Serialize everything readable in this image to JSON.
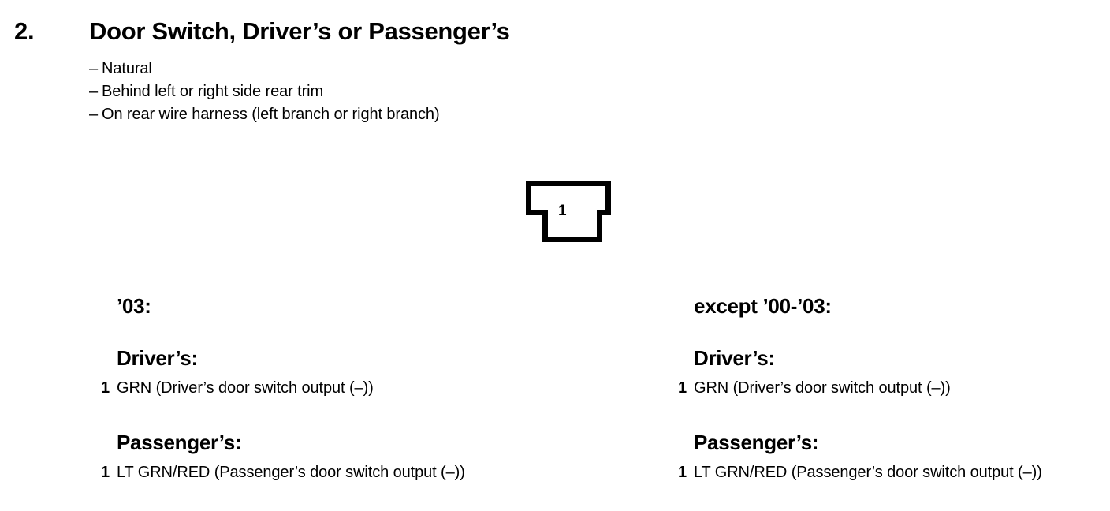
{
  "document": {
    "background_color": "#ffffff",
    "text_color": "#000000"
  },
  "heading": {
    "number": "2.",
    "title": "Door Switch, Driver’s or Passenger’s"
  },
  "attributes": {
    "dash": "–",
    "items": [
      "Natural",
      "Behind left or right side rear trim",
      "On rear wire harness (left branch or right branch)"
    ]
  },
  "connector": {
    "name": "t-shaped-connector-outline",
    "pin_label": "1",
    "stroke_color": "#000000",
    "fill_color": "#ffffff"
  },
  "columns": [
    {
      "variant": "’03:",
      "groups": [
        {
          "title": "Driver’s:",
          "pins": [
            {
              "number": "1",
              "description": "GRN (Driver’s door switch output (–))"
            }
          ]
        },
        {
          "title": "Passenger’s:",
          "pins": [
            {
              "number": "1",
              "description": "LT GRN/RED (Passenger’s door switch output (–))"
            }
          ]
        }
      ]
    },
    {
      "variant": "except ’00-’03:",
      "groups": [
        {
          "title": "Driver’s:",
          "pins": [
            {
              "number": "1",
              "description": "GRN (Driver’s door switch output (–))"
            }
          ]
        },
        {
          "title": "Passenger’s:",
          "pins": [
            {
              "number": "1",
              "description": "LT GRN/RED (Passenger’s door switch output (–))"
            }
          ]
        }
      ]
    }
  ]
}
